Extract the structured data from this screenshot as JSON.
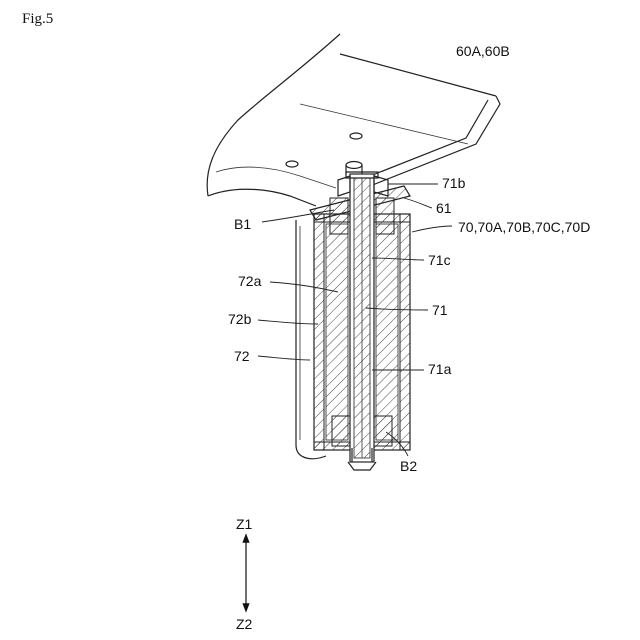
{
  "figure": {
    "title": "Fig.5"
  },
  "labels": {
    "assembly": "60A,60B",
    "top_end": "71b",
    "plate": "61",
    "upper_bush": "B1",
    "unit": "70,70A,70B,70C,70D",
    "tube_inner": "72a",
    "core": "71c",
    "tube_wall": "72b",
    "shaft": "71",
    "tube": "72",
    "shaft_body": "71a",
    "lower_bush": "B2"
  },
  "axis": {
    "up": "Z1",
    "down": "Z2"
  }
}
